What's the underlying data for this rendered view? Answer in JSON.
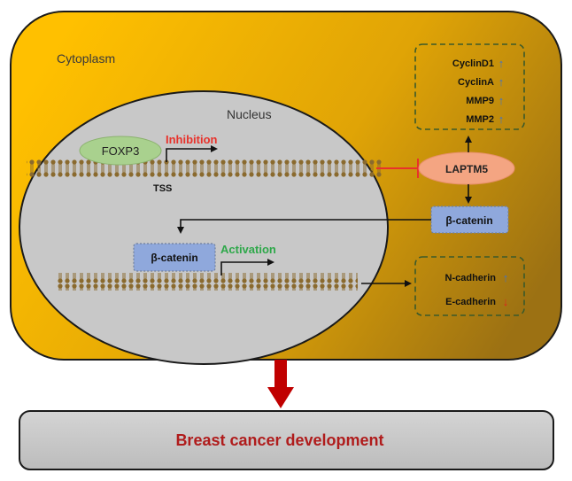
{
  "labels": {
    "cytoplasm": "Cytoplasm",
    "nucleus": "Nucleus",
    "tss": "TSS",
    "inhibition": "Inhibition",
    "activation": "Activation",
    "outcome": "Breast cancer development"
  },
  "nodes": {
    "foxp3": "FOXP3",
    "laptm5": "LAPTM5",
    "beta_catenin_cyto": "β-catenin",
    "beta_catenin_nuc": "β-catenin"
  },
  "upregulated_markers": [
    {
      "name": "CyclinD1",
      "direction": "up"
    },
    {
      "name": "CyclinA",
      "direction": "up"
    },
    {
      "name": "MMP9",
      "direction": "up"
    },
    {
      "name": "MMP2",
      "direction": "up"
    }
  ],
  "emt_markers": [
    {
      "name": "N-cadherin",
      "direction": "up"
    },
    {
      "name": "E-cadherin",
      "direction": "down"
    }
  ],
  "colors": {
    "cell_gradient_start": "#ffc000",
    "cell_gradient_end": "#9c7113",
    "nucleus_fill": "#c8c8c8",
    "membrane": "#8a6a2e",
    "foxp3_fill": "#a9d18e",
    "laptm5_fill": "#f4a582",
    "catenin_fill": "#8fa8dc",
    "dashed_box": "#3b5a2a",
    "inhibition": "#e8322b",
    "activation": "#2ea84a",
    "up_arrow": "#4472c4",
    "down_arrow": "#e02020",
    "outcome_text": "#b01c1c",
    "outcome_arrow": "#c00000"
  }
}
